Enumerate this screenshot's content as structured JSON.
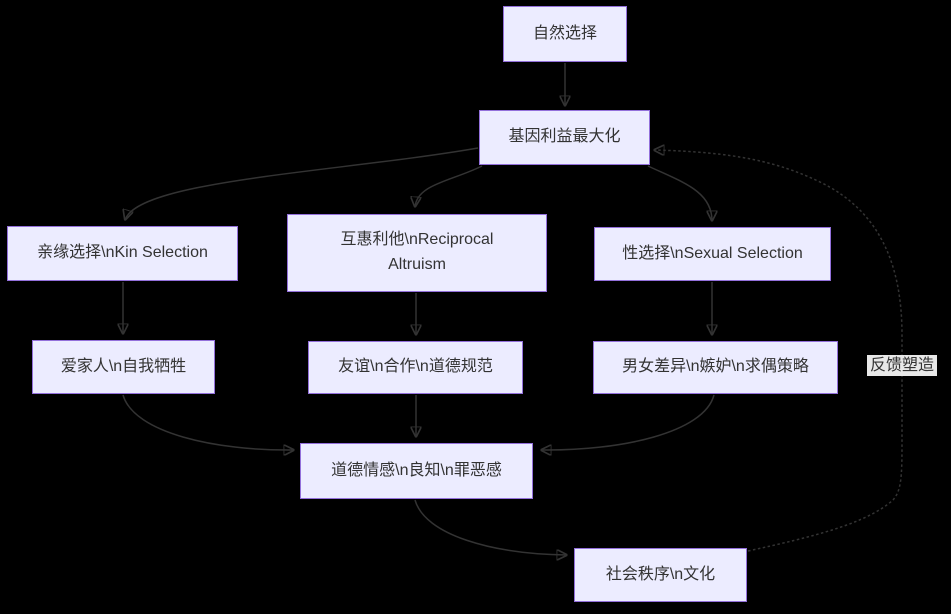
{
  "diagram": {
    "type": "flowchart-top-down",
    "background": "#000000",
    "colors": {
      "node_fill": "#ECECFF",
      "node_border": "#9370DB",
      "node_text": "#333333",
      "edge": "#333333",
      "edge_label_bg": "#E8E8E8"
    },
    "nodes": {
      "natural_selection": {
        "label": "自然选择"
      },
      "gene_benefit": {
        "label": "基因利益最大化"
      },
      "kin_selection": {
        "label": "亲缘选择\\nKin Selection"
      },
      "reciprocal_altruism": {
        "label": "互惠利他\\nReciprocal Altruism"
      },
      "sexual_selection": {
        "label": "性选择\\nSexual Selection"
      },
      "family_sacrifice": {
        "label": "爱家人\\n自我牺牲"
      },
      "friendship_morals": {
        "label": "友谊\\n合作\\n道德规范"
      },
      "gender_strategies": {
        "label": "男女差异\\n嫉妒\\n求偶策略"
      },
      "moral_emotions": {
        "label": "道德情感\\n良知\\n罪恶感"
      },
      "social_order": {
        "label": "社会秩序\\n文化"
      }
    },
    "edge_label": {
      "feedback": "反馈塑造"
    },
    "edges": [
      {
        "from": "natural_selection",
        "to": "gene_benefit",
        "style": "solid"
      },
      {
        "from": "gene_benefit",
        "to": "kin_selection",
        "style": "solid"
      },
      {
        "from": "gene_benefit",
        "to": "reciprocal_altruism",
        "style": "solid"
      },
      {
        "from": "gene_benefit",
        "to": "sexual_selection",
        "style": "solid"
      },
      {
        "from": "kin_selection",
        "to": "family_sacrifice",
        "style": "solid"
      },
      {
        "from": "reciprocal_altruism",
        "to": "friendship_morals",
        "style": "solid"
      },
      {
        "from": "sexual_selection",
        "to": "gender_strategies",
        "style": "solid"
      },
      {
        "from": "family_sacrifice",
        "to": "moral_emotions",
        "style": "solid"
      },
      {
        "from": "friendship_morals",
        "to": "moral_emotions",
        "style": "solid"
      },
      {
        "from": "gender_strategies",
        "to": "moral_emotions",
        "style": "solid"
      },
      {
        "from": "moral_emotions",
        "to": "social_order",
        "style": "solid"
      },
      {
        "from": "social_order",
        "to": "gene_benefit",
        "style": "dotted",
        "label_key": "feedback"
      }
    ]
  }
}
